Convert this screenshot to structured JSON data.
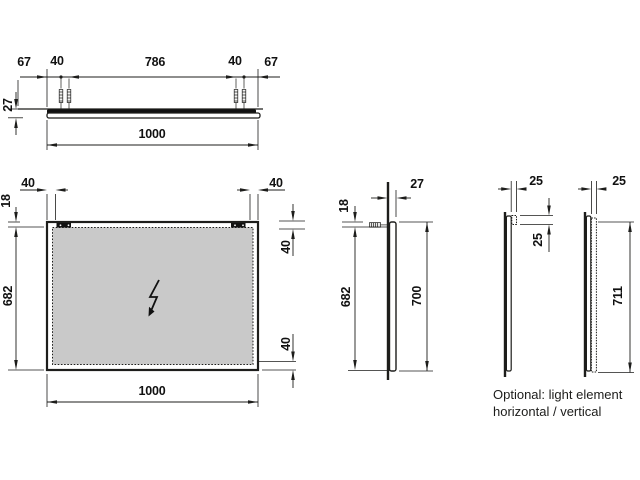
{
  "views": {
    "top": {
      "d67_left": "67",
      "d40_left": "40",
      "d786": "786",
      "d40_right": "40",
      "d67_right": "67",
      "d27": "27",
      "d1000": "1000"
    },
    "front": {
      "d40_top_left": "40",
      "d40_top_right": "40",
      "d18": "18",
      "d682": "682",
      "d40_right_top": "40",
      "d40_right_bottom": "40",
      "d1000": "1000"
    },
    "side": {
      "d27": "27",
      "d18": "18",
      "d682": "682",
      "d700": "700"
    },
    "optional": {
      "d25_depth_horizontal": "25",
      "d25_height": "25",
      "d25_depth_vertical": "25",
      "d711": "711",
      "caption_line1": "Optional: light element",
      "caption_line2": "horizontal / vertical"
    }
  },
  "colors": {
    "line": "#1d1d1b",
    "mirror_fill": "#c9c9c9",
    "background": "#ffffff"
  }
}
